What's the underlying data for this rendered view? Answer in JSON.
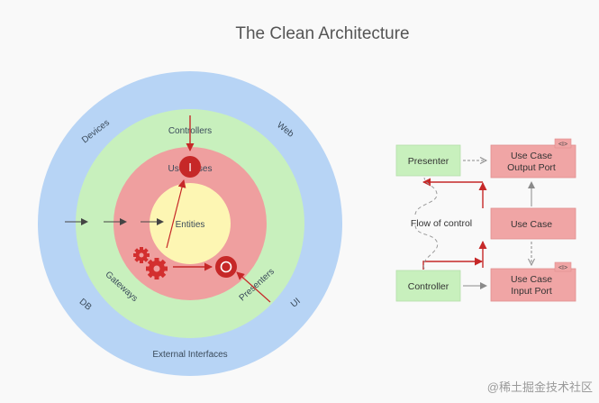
{
  "title": "The Clean Architecture",
  "rings": {
    "outer_labels": [
      "Devices",
      "Web",
      "DB",
      "UI",
      "External Interfaces"
    ],
    "middle_labels": [
      "Controllers",
      "Gateways",
      "Presenters"
    ],
    "inner_label": "Use Cases",
    "core_label": "Entities"
  },
  "markers": {
    "input": "I",
    "output": "O"
  },
  "flow": {
    "presenter": "Presenter",
    "controller": "Controller",
    "use_case": "Use Case",
    "output_port_line1": "Use Case",
    "output_port_line2": "Output Port",
    "input_port_line1": "Use Case",
    "input_port_line2": "Input Port",
    "interface_tag": "<I>",
    "flow_label": "Flow of control"
  },
  "colors": {
    "blue_ring": "#b7d4f5",
    "green_ring": "#c8f0bd",
    "red_ring": "#ef9f9f",
    "yellow_core": "#fdf6b3",
    "accent_red": "#c62828",
    "green_box": "#c8f0bd",
    "red_box": "#f0a5a5"
  },
  "watermark": "@稀土掘金技术社区"
}
